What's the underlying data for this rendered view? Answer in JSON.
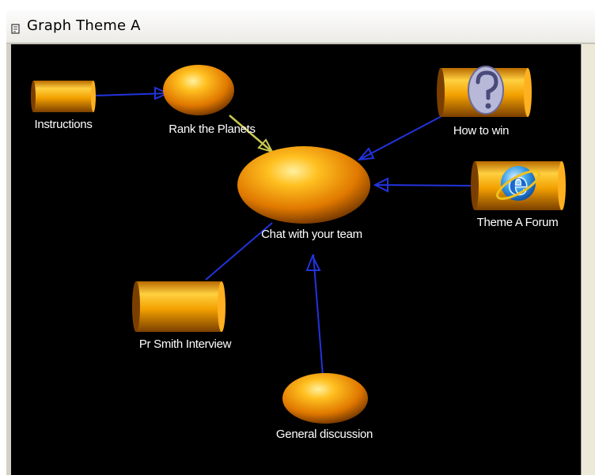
{
  "window": {
    "title": "Graph Theme A",
    "icon": "graph-window-icon"
  },
  "graph": {
    "background": "#000000",
    "edge_color": "#2233dd",
    "highlight_edge_color": "#c8c850",
    "node_color": "#f2a000",
    "nodes": {
      "instructions": {
        "label": "Instructions",
        "shape": "cylinder"
      },
      "rank_planets": {
        "label": "Rank the Planets",
        "shape": "ellipse"
      },
      "chat_team": {
        "label": "Chat with your team",
        "shape": "ellipse"
      },
      "how_to_win": {
        "label": "How to win",
        "shape": "cylinder",
        "icon": "help-question-icon"
      },
      "theme_forum": {
        "label": "Theme A Forum",
        "shape": "cylinder",
        "icon": "internet-explorer-icon"
      },
      "smith_interview": {
        "label": "Pr Smith Interview",
        "shape": "cylinder"
      },
      "general_discussion": {
        "label": "General discussion",
        "shape": "ellipse"
      }
    },
    "edges": [
      {
        "from": "instructions",
        "to": "rank_planets"
      },
      {
        "from": "rank_planets",
        "to": "chat_team"
      },
      {
        "from": "how_to_win",
        "to": "chat_team"
      },
      {
        "from": "theme_forum",
        "to": "chat_team"
      },
      {
        "from": "smith_interview",
        "to": "chat_team"
      },
      {
        "from": "general_discussion",
        "to": "chat_team"
      }
    ]
  }
}
